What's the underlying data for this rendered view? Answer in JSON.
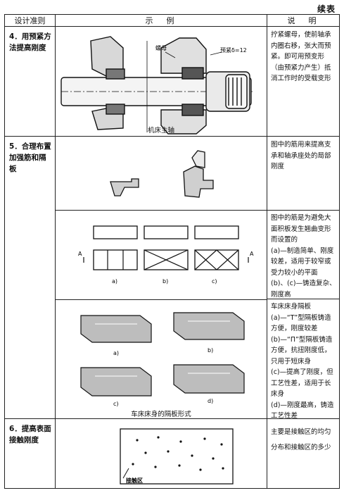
{
  "page": {
    "continued": "续表"
  },
  "header": {
    "criterion": "设计准则",
    "example": "示　例",
    "explanation": "说　明"
  },
  "rows": [
    {
      "criterion": "4．用预紧方法提高刚度",
      "caption": "机床主轴",
      "labels": {
        "nut": "螺母",
        "preload": "预紧δ=12"
      },
      "explanation": "拧紧螺母，使前轴承内圈右移，张大而预紧。即可用预变形（由预紧力产生）抵消工作时的受载变形"
    },
    {
      "criterion": "5．合理布置加强筋和隔板",
      "explanations": [
        "图中的筋用来提高支承和轴承座处的局部刚度",
        "图中的筋是为避免大面积板发生翘曲变形而设置的",
        "(a)—制造简单、刚度较差，适用于较窄或受力较小的平面",
        "(b)、(c)—铸造复杂、刚度高",
        "车床床身隔板",
        "(a)—“T”型隔板铸造方便，刚度较差",
        "(b)—“Π”型隔板铸造方便，抗扭刚度低，只用于短床身",
        "(c)—提高了刚度，但工艺性差，适用于长床身",
        "(d)—刚度最高，铸造工艺性差"
      ],
      "ribs_labels": [
        "a)",
        "b)",
        "c)"
      ],
      "ribs_section": "A",
      "bed_labels": [
        "a)",
        "b)",
        "c)",
        "d)"
      ],
      "bed_caption": "车床床身的隔板形式"
    },
    {
      "criterion": "6．提高表面接触刚度",
      "contact_label": "接触区",
      "explanation": "主要是接触区的均匀分布和接触区的多少"
    }
  ]
}
